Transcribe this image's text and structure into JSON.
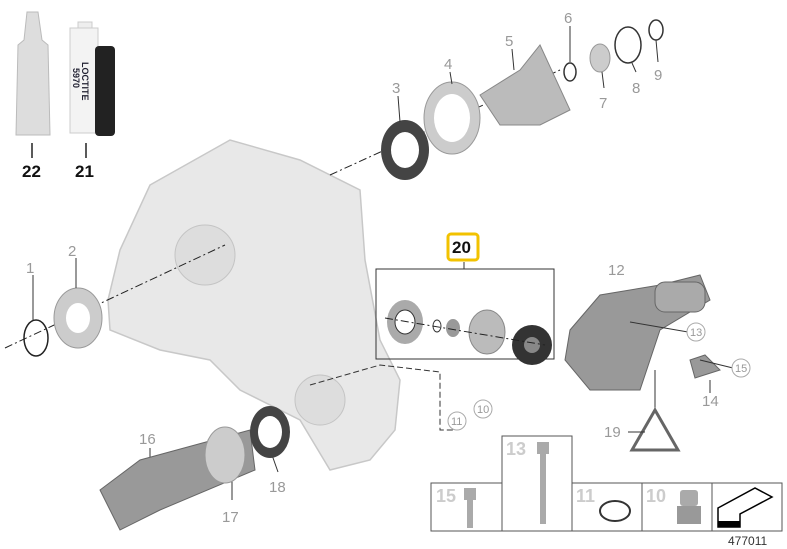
{
  "diagram": {
    "reference_number": "477011",
    "highlight_color": "#f2c200",
    "tube_text": [
      "LOCTITE",
      "5970"
    ],
    "callouts": {
      "c1": "1",
      "c2": "2",
      "c3": "3",
      "c4": "4",
      "c5": "5",
      "c6": "6",
      "c7": "7",
      "c8": "8",
      "c9": "9",
      "c10": "10",
      "c11": "11",
      "c12": "12",
      "c13": "13",
      "c14": "14",
      "c15": "15",
      "c16": "16",
      "c17": "17",
      "c18": "18",
      "c19": "19",
      "c20": "20",
      "c21": "21",
      "c22": "22"
    },
    "boxes": [
      "15",
      "13",
      "11",
      "10"
    ]
  }
}
